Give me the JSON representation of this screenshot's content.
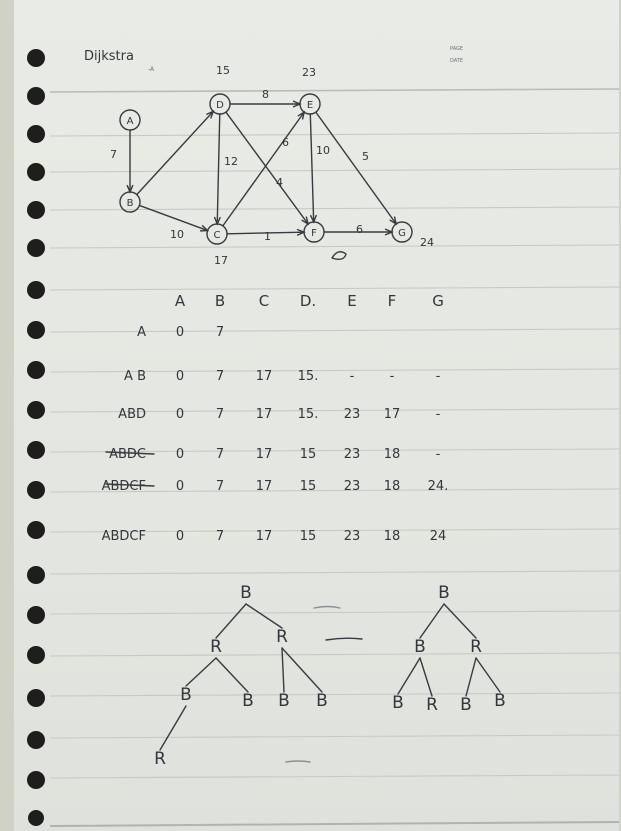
{
  "header": {
    "title": "Dijkstra",
    "title_mark": "-A",
    "corner_note_1": "PAGE",
    "corner_note_2": "DATE"
  },
  "graph": {
    "nodes": [
      {
        "id": "A",
        "label": "A",
        "distance": ""
      },
      {
        "id": "B",
        "label": "B",
        "distance": ""
      },
      {
        "id": "C",
        "label": "C",
        "distance": "17"
      },
      {
        "id": "D",
        "label": "D",
        "distance": "15"
      },
      {
        "id": "E",
        "label": "E",
        "distance": "23"
      },
      {
        "id": "F",
        "label": "F",
        "distance": ""
      },
      {
        "id": "G",
        "label": "G",
        "distance": "24"
      }
    ],
    "edges": [
      {
        "from": "A",
        "to": "B",
        "weight": "7"
      },
      {
        "from": "B",
        "to": "D",
        "weight": ""
      },
      {
        "from": "B",
        "to": "C",
        "weight": "10"
      },
      {
        "from": "D",
        "to": "E",
        "weight": "8"
      },
      {
        "from": "D",
        "to": "C",
        "weight": "12"
      },
      {
        "from": "D",
        "to": "F",
        "weight": "4"
      },
      {
        "from": "C",
        "to": "E",
        "weight": "6"
      },
      {
        "from": "E",
        "to": "F",
        "weight": "10"
      },
      {
        "from": "E",
        "to": "G",
        "weight": "5"
      },
      {
        "from": "C",
        "to": "F",
        "weight": "1"
      },
      {
        "from": "F",
        "to": "G",
        "weight": "6"
      }
    ]
  },
  "table": {
    "headers": [
      "A",
      "B",
      "C",
      "D.",
      "E",
      "F",
      "G"
    ],
    "rows": [
      {
        "label": "A",
        "cells": [
          "0",
          "7",
          "",
          "",
          "",
          "",
          ""
        ]
      },
      {
        "label": "A B",
        "cells": [
          "0",
          "7",
          "17",
          "15.",
          "-",
          "-",
          "-"
        ]
      },
      {
        "label": "ABD",
        "cells": [
          "0",
          "7",
          "17",
          "15.",
          "23",
          "17",
          "-"
        ]
      },
      {
        "label": "ABDC",
        "cells": [
          "0",
          "7",
          "17",
          "15",
          "23",
          "18",
          "-"
        ]
      },
      {
        "label": "ABDCF",
        "cells": [
          "0",
          "7",
          "17",
          "15",
          "23",
          "18",
          "24."
        ]
      },
      {
        "label": "ABDCF",
        "cells": [
          "0",
          "7",
          "17",
          "15",
          "23",
          "18",
          "24"
        ]
      }
    ]
  },
  "trees": [
    {
      "nodes": [
        "B",
        "R",
        "R",
        "B",
        "B",
        "B",
        "B",
        "R"
      ]
    },
    {
      "nodes": [
        "B",
        "B",
        "R",
        "B",
        "R",
        "B",
        "B"
      ]
    }
  ]
}
